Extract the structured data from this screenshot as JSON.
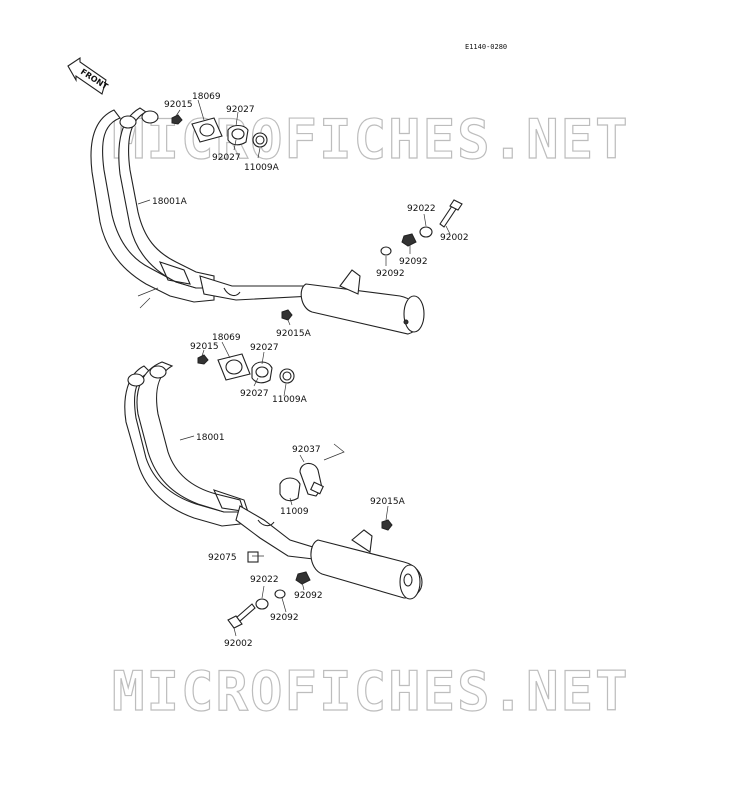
{
  "diagram_code": "E1140-0280",
  "front_label": "FRONT",
  "watermark": "MICROFICHES.NET",
  "upper_assembly": {
    "labels": {
      "p92015": "92015",
      "p18069": "18069",
      "p92027a": "92027",
      "p92027b": "92027",
      "p11009A": "11009A",
      "p18001A": "18001A",
      "p92022": "92022",
      "p92002": "92002",
      "p92092a": "92092",
      "p92092b": "92092",
      "p92015A": "92015A"
    }
  },
  "lower_assembly": {
    "labels": {
      "p92015": "92015",
      "p18069": "18069",
      "p92027a": "92027",
      "p92027b": "92027",
      "p11009A": "11009A",
      "p18001": "18001",
      "p92037": "92037",
      "p11009": "11009",
      "p92015A": "92015A",
      "p92075": "92075",
      "p92022": "92022",
      "p92092a": "92092",
      "p92092b": "92092",
      "p92002": "92002"
    }
  },
  "colors": {
    "line": "#222222",
    "watermark": "#bdbdbd",
    "background": "#ffffff"
  }
}
